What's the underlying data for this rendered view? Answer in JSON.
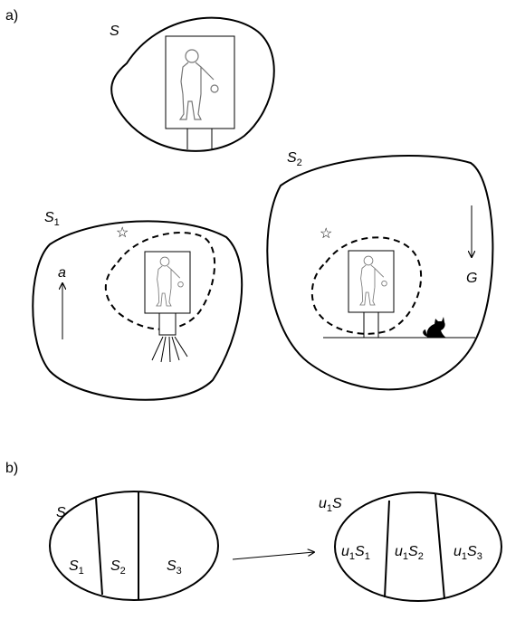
{
  "panel_a": {
    "label": "a)",
    "S": "S",
    "S1": "S",
    "S1_sub": "1",
    "S2": "S",
    "S2_sub": "2",
    "accel": "a",
    "gravity": "G"
  },
  "panel_b": {
    "label": "b)",
    "S": "S",
    "parts": [
      {
        "base": "S",
        "sub": "1"
      },
      {
        "base": "S",
        "sub": "2"
      },
      {
        "base": "S",
        "sub": "3"
      }
    ],
    "u1S": {
      "u": "u",
      "sub": "1",
      "base": "S"
    },
    "u_parts": [
      {
        "u": "u",
        "usub": "1",
        "base": "S",
        "sub": "1"
      },
      {
        "u": "u",
        "usub": "1",
        "base": "S",
        "sub": "2"
      },
      {
        "u": "u",
        "usub": "1",
        "base": "S",
        "sub": "3"
      }
    ]
  }
}
